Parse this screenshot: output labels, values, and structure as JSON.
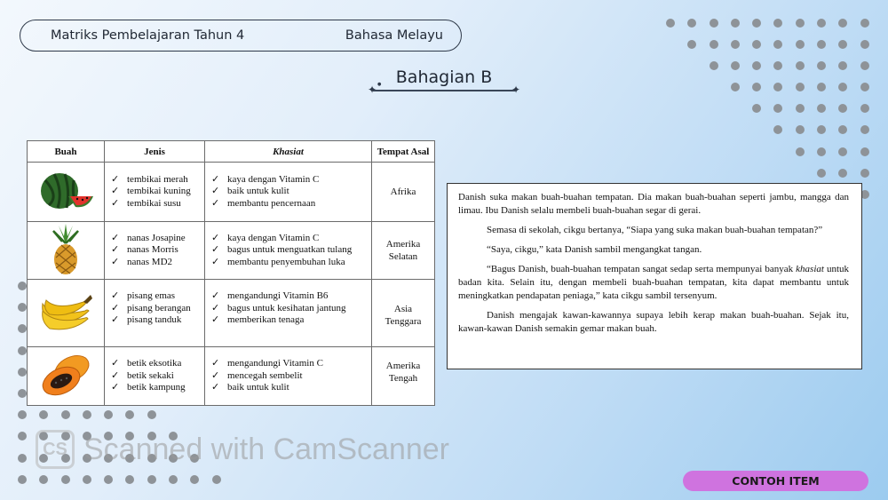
{
  "header": {
    "left": "Matriks Pembelajaran Tahun 4",
    "right": "Bahasa Melayu"
  },
  "section_title": "Bahagian B",
  "table": {
    "headers": [
      "Buah",
      "Jenis",
      "Khasiat",
      "Tempat Asal"
    ],
    "rows": [
      {
        "fruit_icon": "watermelon-icon",
        "jenis": [
          "tembikai merah",
          "tembikai kuning",
          "tembikai susu"
        ],
        "khasiat": [
          "kaya dengan Vitamin C",
          "baik untuk kulit",
          "membantu pencernaan"
        ],
        "asal": "Afrika"
      },
      {
        "fruit_icon": "pineapple-icon",
        "jenis": [
          "nanas Josapine",
          "nanas Morris",
          "nanas MD2"
        ],
        "khasiat": [
          "kaya dengan Vitamin C",
          "bagus untuk menguatkan tulang",
          "membantu penyembuhan luka"
        ],
        "asal": "Amerika Selatan"
      },
      {
        "fruit_icon": "banana-icon",
        "jenis": [
          "pisang emas",
          "pisang berangan",
          "pisang tanduk"
        ],
        "khasiat": [
          "mengandungi Vitamin B6",
          "bagus untuk kesihatan jantung",
          "memberikan tenaga"
        ],
        "asal": "Asia Tenggara"
      },
      {
        "fruit_icon": "papaya-icon",
        "jenis": [
          "betik eksotika",
          "betik sekaki",
          "betik kampung"
        ],
        "khasiat": [
          "mengandungi Vitamin C",
          "mencegah sembelit",
          "baik untuk kulit"
        ],
        "asal": "Amerika Tengah"
      }
    ]
  },
  "passage": {
    "p1": "Danish suka makan buah-buahan tempatan. Dia makan buah-buahan seperti jambu, mangga dan limau. Ibu Danish selalu membeli buah-buahan segar di gerai.",
    "p2": "Semasa di sekolah, cikgu bertanya, “Siapa yang suka makan buah-buahan tempatan?”",
    "p3": "“Saya, cikgu,” kata Danish sambil mengangkat tangan.",
    "p4_a": "“Bagus Danish, buah-buahan tempatan sangat sedap serta mempunyai banyak ",
    "p4_em": "khasiat",
    "p4_b": " untuk badan kita. Selain itu, dengan membeli buah-buahan tempatan, kita dapat membantu untuk meningkatkan pendapatan peniaga,” kata cikgu sambil tersenyum.",
    "p5": "Danish mengajak kawan-kawannya supaya lebih kerap makan buah-buahan. Sejak itu, kawan-kawan Danish semakin gemar makan buah."
  },
  "watermark": {
    "logo": "CS",
    "text": "Scanned with CamScanner"
  },
  "badge": "CONTOH ITEM"
}
